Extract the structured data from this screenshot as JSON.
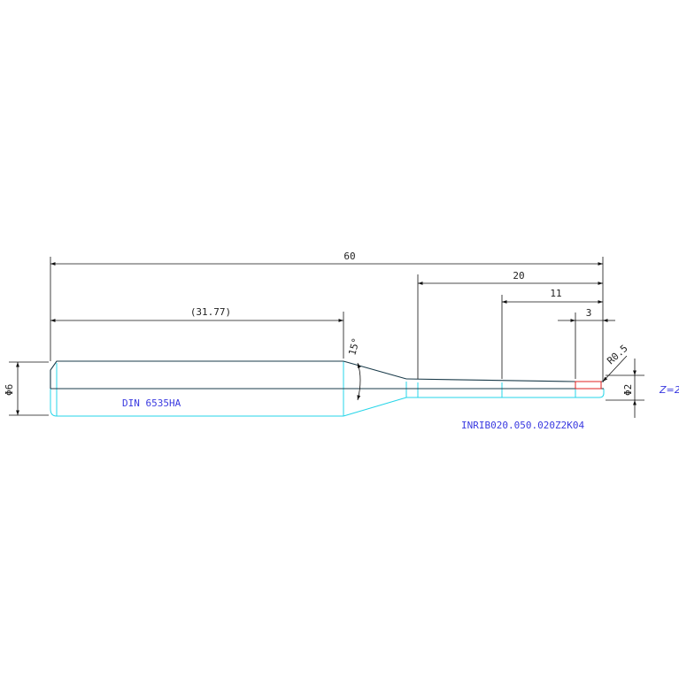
{
  "colors": {
    "outline_dark": "#1a3b4a",
    "outline_cyan": "#26d5e8",
    "cutting_edge": "#e02020",
    "dimension": "#111111",
    "annotation": "#3a3ae0"
  },
  "dimensions": {
    "overall_length": "60",
    "flute_length_20": "20",
    "length_11": "11",
    "length_3": "3",
    "shank_length": "(31.77)",
    "taper_angle": "15°",
    "shank_diameter": "Φ6",
    "tip_diameter": "Φ2",
    "corner_radius": "R0.5"
  },
  "annotations": {
    "standard": "DIN 6535HA",
    "part_number": "INRIB020.050.020Z2K04",
    "flutes": "Z=2"
  }
}
